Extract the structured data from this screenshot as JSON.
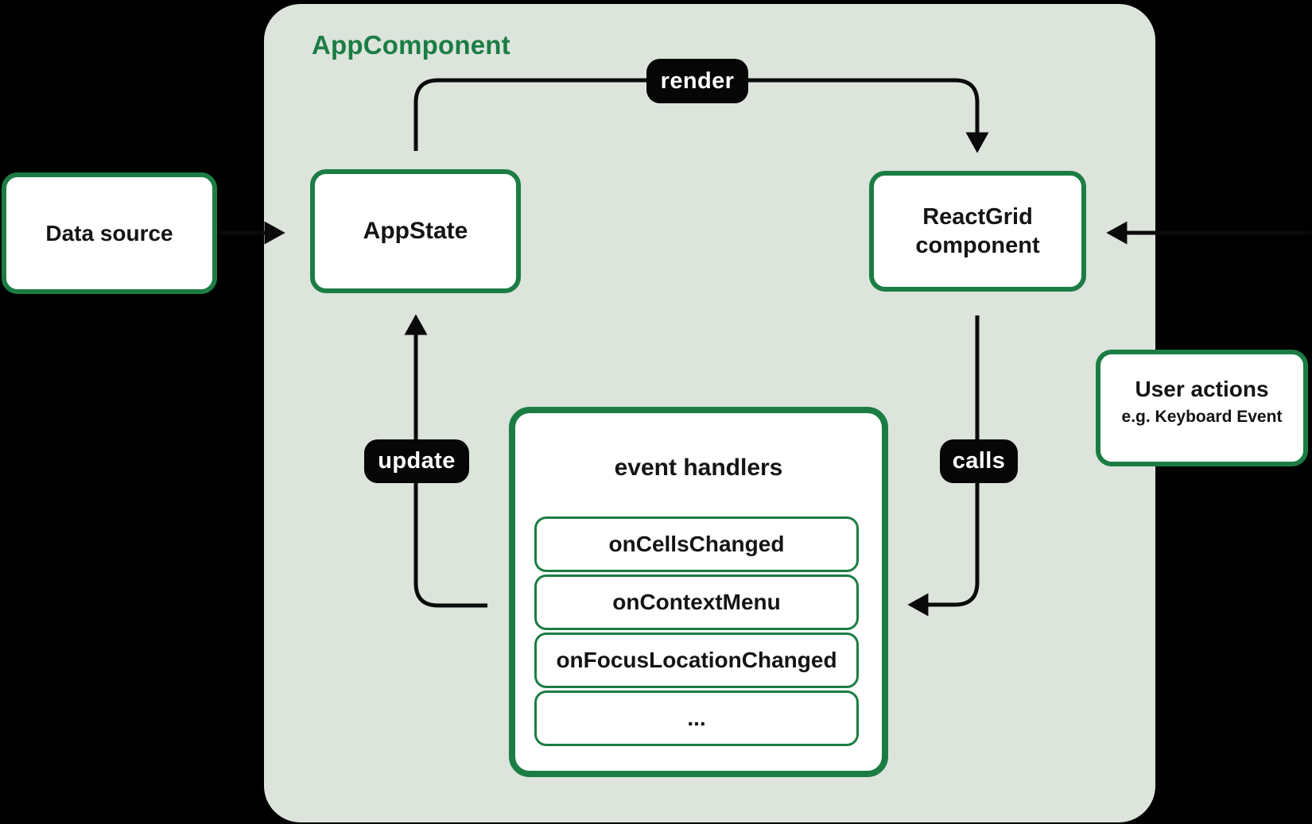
{
  "app_component_label": "AppComponent",
  "boxes": {
    "data_source": {
      "label": "Data source"
    },
    "app_state": {
      "label": "AppState"
    },
    "react_grid": {
      "label": "ReactGrid component"
    },
    "user_actions": {
      "title": "User actions",
      "subtitle": "e.g. Keyboard Event"
    },
    "event_handlers": {
      "title": "event handlers",
      "items": [
        "onCellsChanged",
        "onContextMenu",
        "onFocusLocationChanged",
        "..."
      ]
    }
  },
  "edge_labels": {
    "render": "render",
    "update": "update",
    "calls": "calls"
  },
  "colors": {
    "background": "#000000",
    "container_background": "#dce4dc",
    "accent_green": "#1b7d44",
    "box_background": "#ffffff",
    "pill_background": "#060606",
    "pill_text": "#ffffff",
    "text": "#141414"
  }
}
